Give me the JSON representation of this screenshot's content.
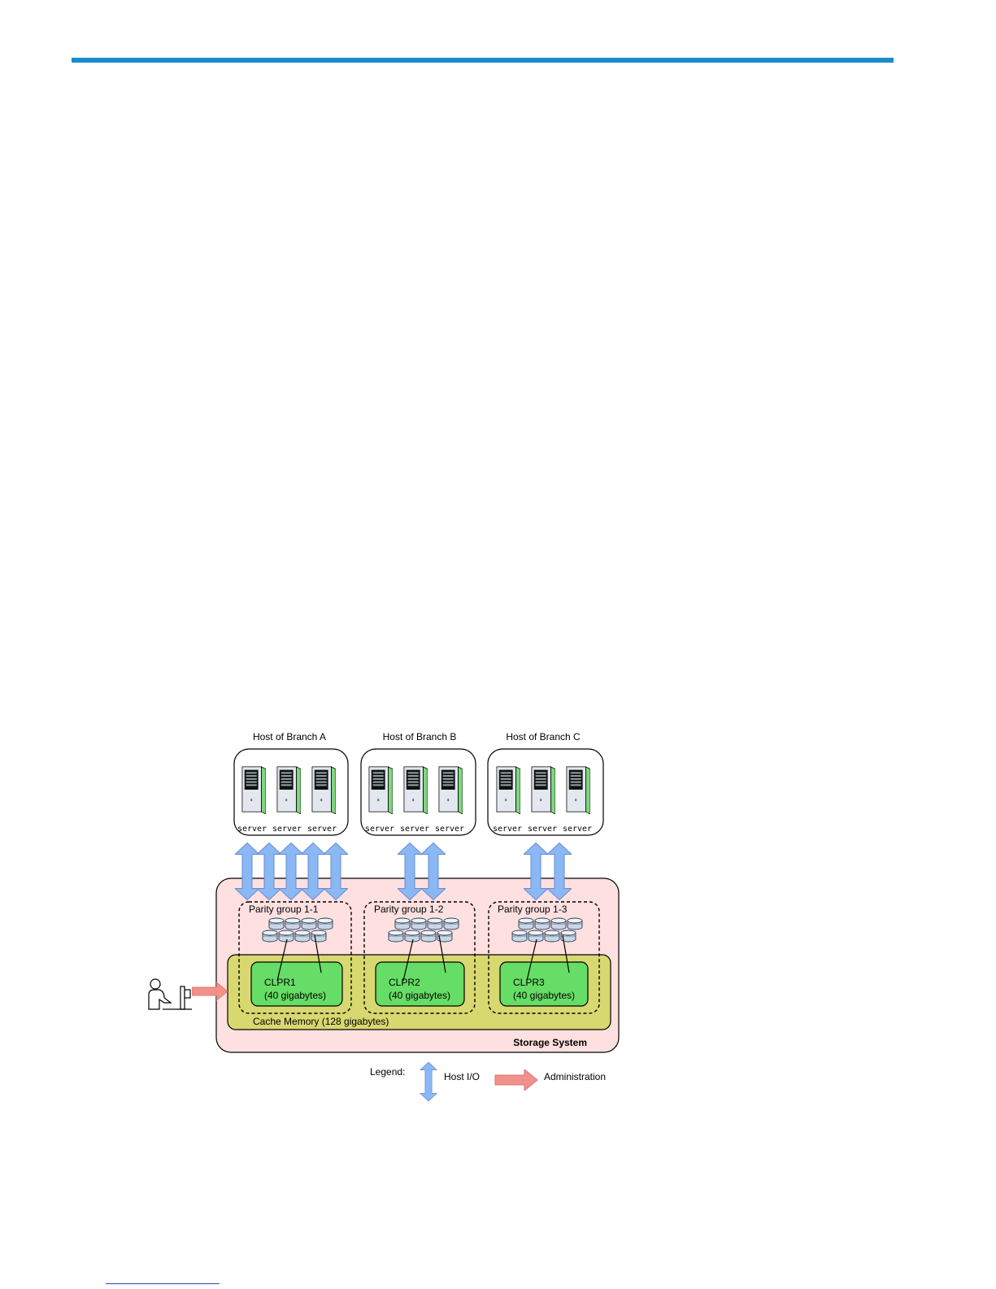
{
  "hosts": [
    {
      "title": "Host of Branch A",
      "servers": [
        "server",
        "server",
        "server"
      ]
    },
    {
      "title": "Host of Branch B",
      "servers": [
        "server",
        "server",
        "server"
      ]
    },
    {
      "title": "Host of Branch C",
      "servers": [
        "server",
        "server",
        "server"
      ]
    }
  ],
  "parity_groups": [
    "Parity group 1-1",
    "Parity group 1-2",
    "Parity group 1-3"
  ],
  "clprs": [
    {
      "name": "CLPR1",
      "size": "(40 gigabytes)"
    },
    {
      "name": "CLPR2",
      "size": "(40 gigabytes)"
    },
    {
      "name": "CLPR3",
      "size": "(40 gigabytes)"
    }
  ],
  "cache_memory": "Cache Memory (128 gigabytes)",
  "storage_system": "Storage System",
  "legend": {
    "label": "Legend:",
    "host_io": "Host I/O",
    "administration": "Administration"
  },
  "colors": {
    "top_rule": "#1a8ccc",
    "storage_bg": "#ffe0e0",
    "cache_bg": "#d8d870",
    "clpr_bg": "#66dd66",
    "host_io_arrow": "#8ab8f5",
    "admin_arrow": "#f2908c",
    "server_side": "#7fd67f"
  }
}
